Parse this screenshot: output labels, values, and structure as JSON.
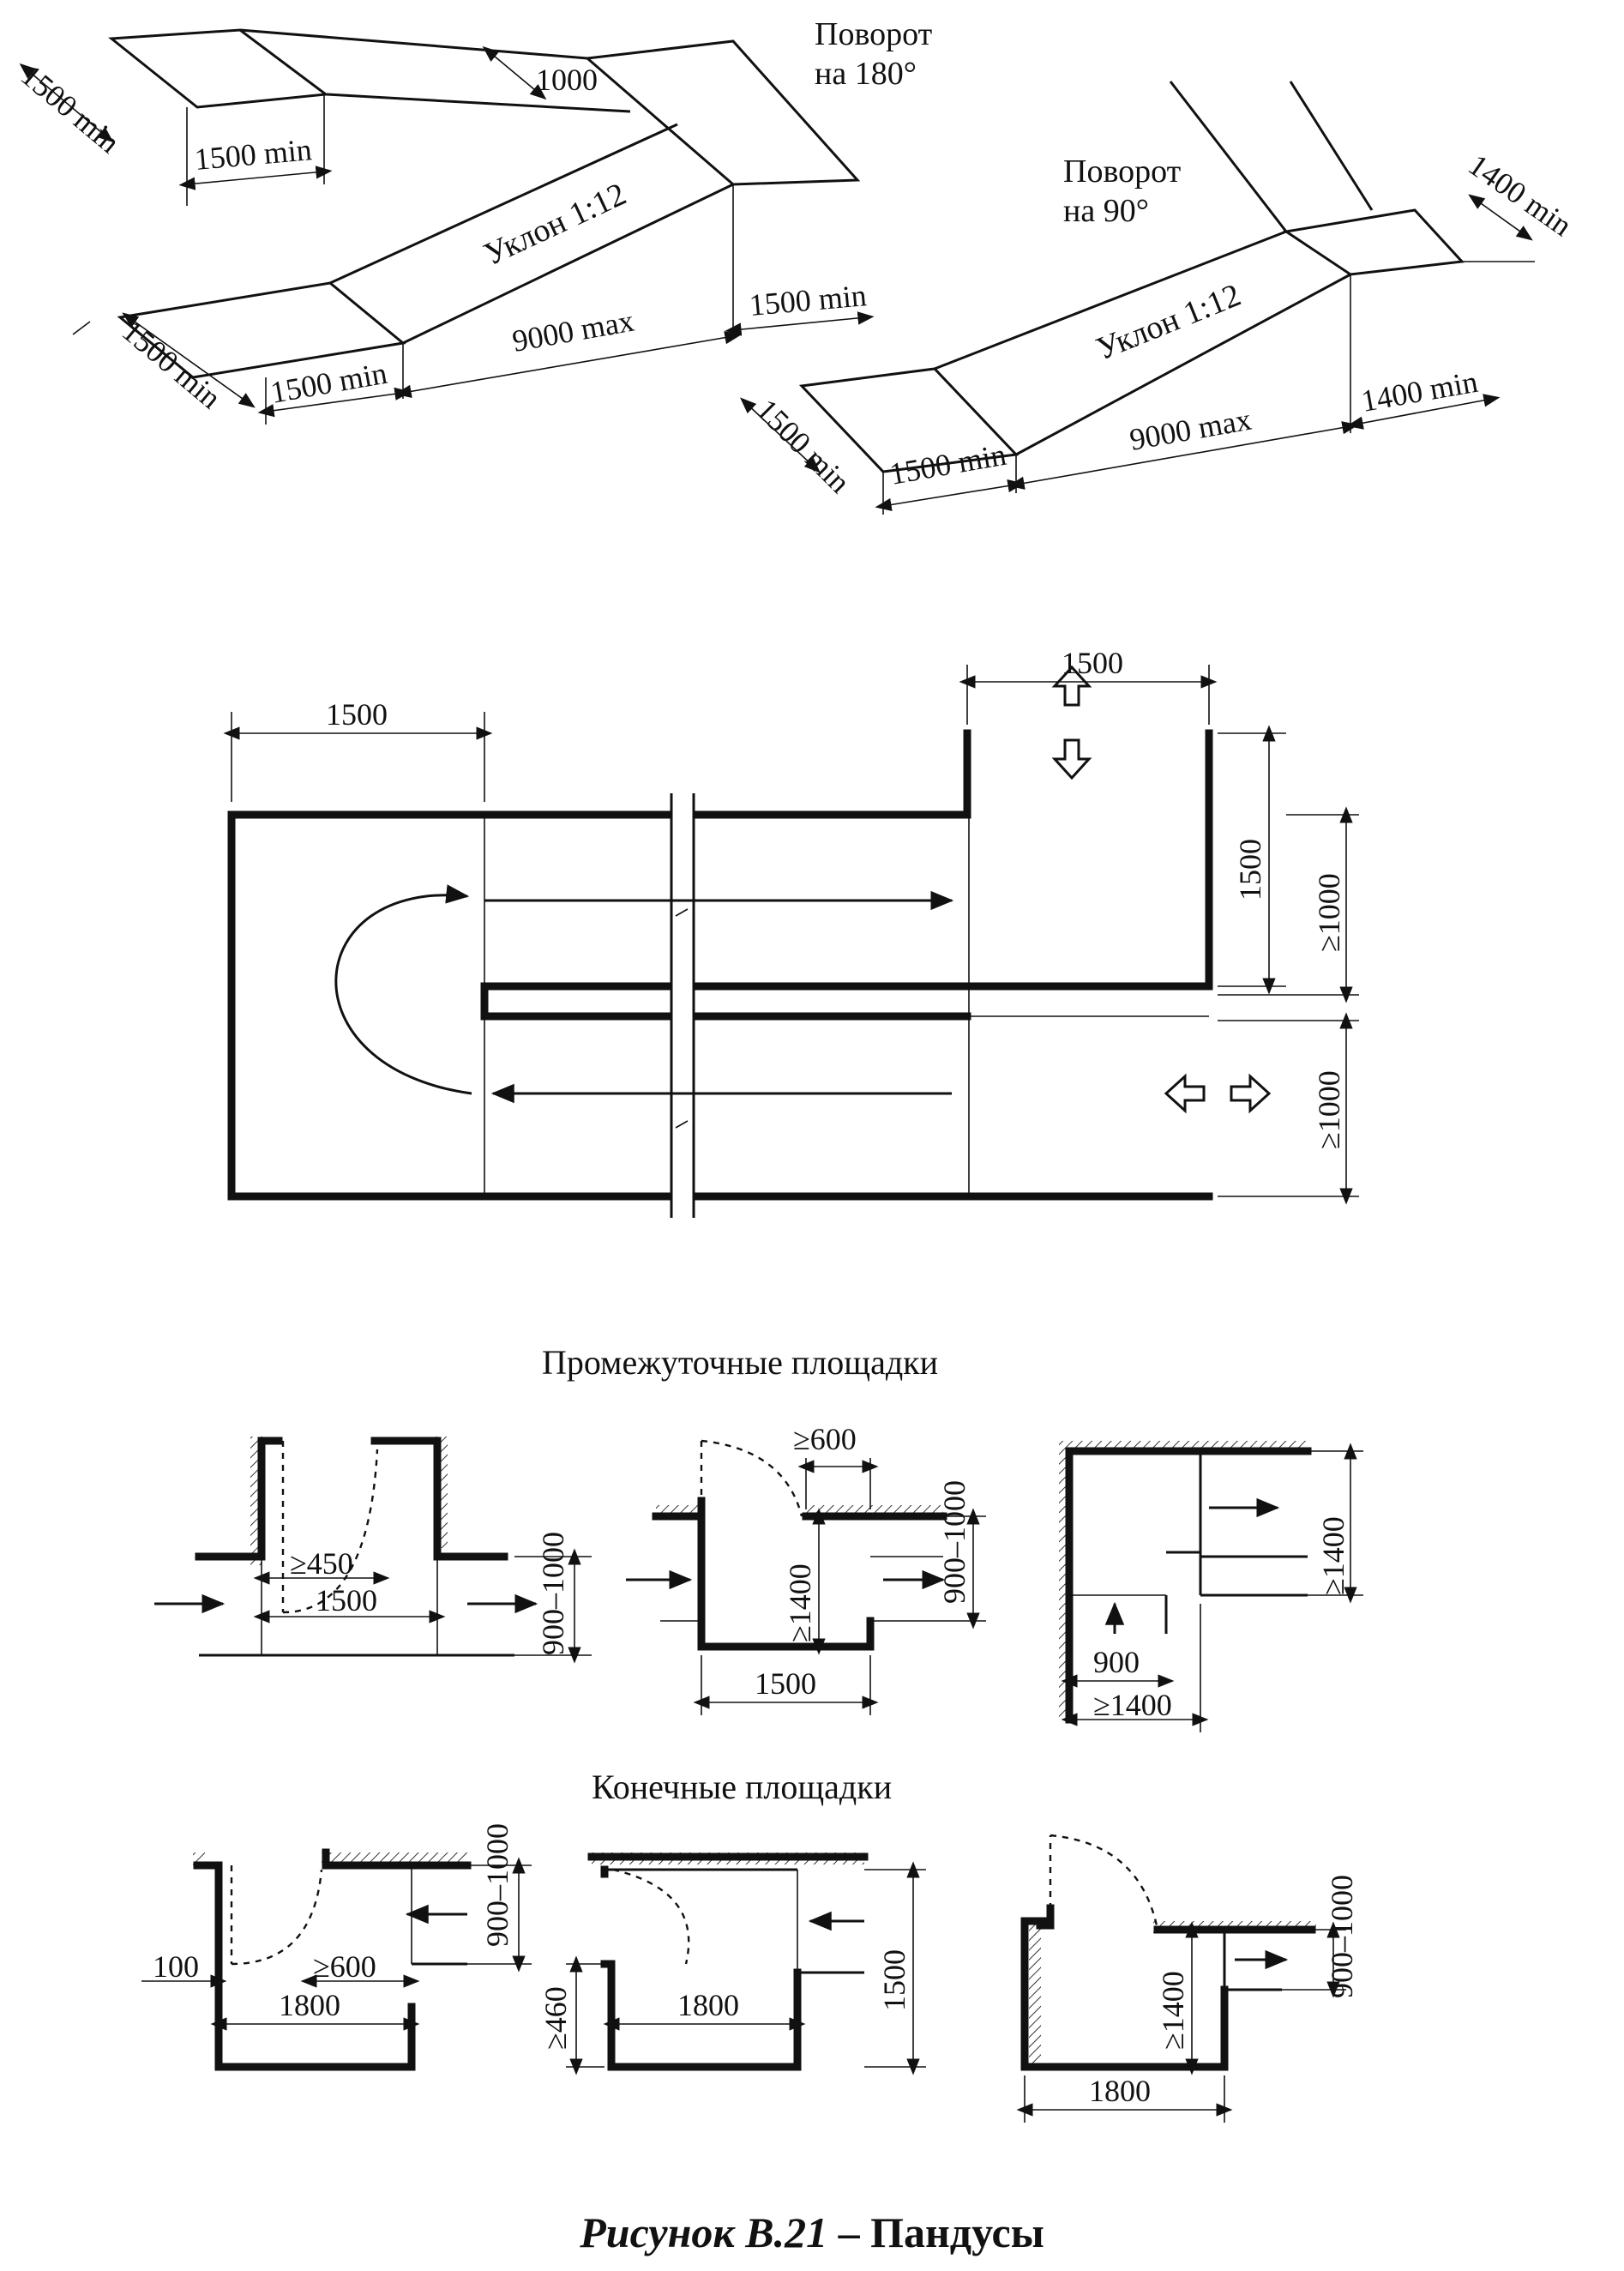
{
  "top": {
    "turn180": {
      "title_line1": "Поворот",
      "title_line2": "на 180°",
      "gap": "1000",
      "slope": "Уклон 1:12",
      "dim_upper_side": "1500 min",
      "dim_upper_width": "1500 min",
      "dim_right_landing": "1500 min",
      "dim_lower_side": "1500 min",
      "dim_lower_width": "1500 min",
      "dim_length": "9000 max"
    },
    "turn90": {
      "title_line1": "Поворот",
      "title_line2": "на 90°",
      "slope": "Уклон 1:12",
      "dim_top_side": "1400 min",
      "dim_top_width": "1400 min",
      "dim_side": "1500 min",
      "dim_width": "1500 min",
      "dim_length": "9000 max"
    }
  },
  "plan": {
    "dim_left_width": "1500",
    "dim_right_width": "1500",
    "dim_right_depth": "1500",
    "dim_upper_exit": "≥1000",
    "dim_lower_exit": "≥1000"
  },
  "intermediate": {
    "heading": "Промежуточные площадки",
    "a": {
      "door": "≥450",
      "width": "1500",
      "corridor": "900–1000"
    },
    "b": {
      "door": "≥600",
      "depth": "≥1400",
      "width": "1500",
      "corridor": "900–1000"
    },
    "c": {
      "corridor": "≥1400",
      "inner": "900",
      "width": "≥1400"
    }
  },
  "end": {
    "heading": "Конечные площадки",
    "a": {
      "offset": "100",
      "door": "≥600",
      "width": "1800",
      "corridor": "900–1000"
    },
    "b": {
      "side": "≥460",
      "width": "1800",
      "depth": "1500"
    },
    "c": {
      "depth": "≥1400",
      "corridor": "900–1000",
      "width": "1800"
    }
  },
  "caption": {
    "number": "Рисунок В.21",
    "dash": "–",
    "title": "Пандусы"
  }
}
